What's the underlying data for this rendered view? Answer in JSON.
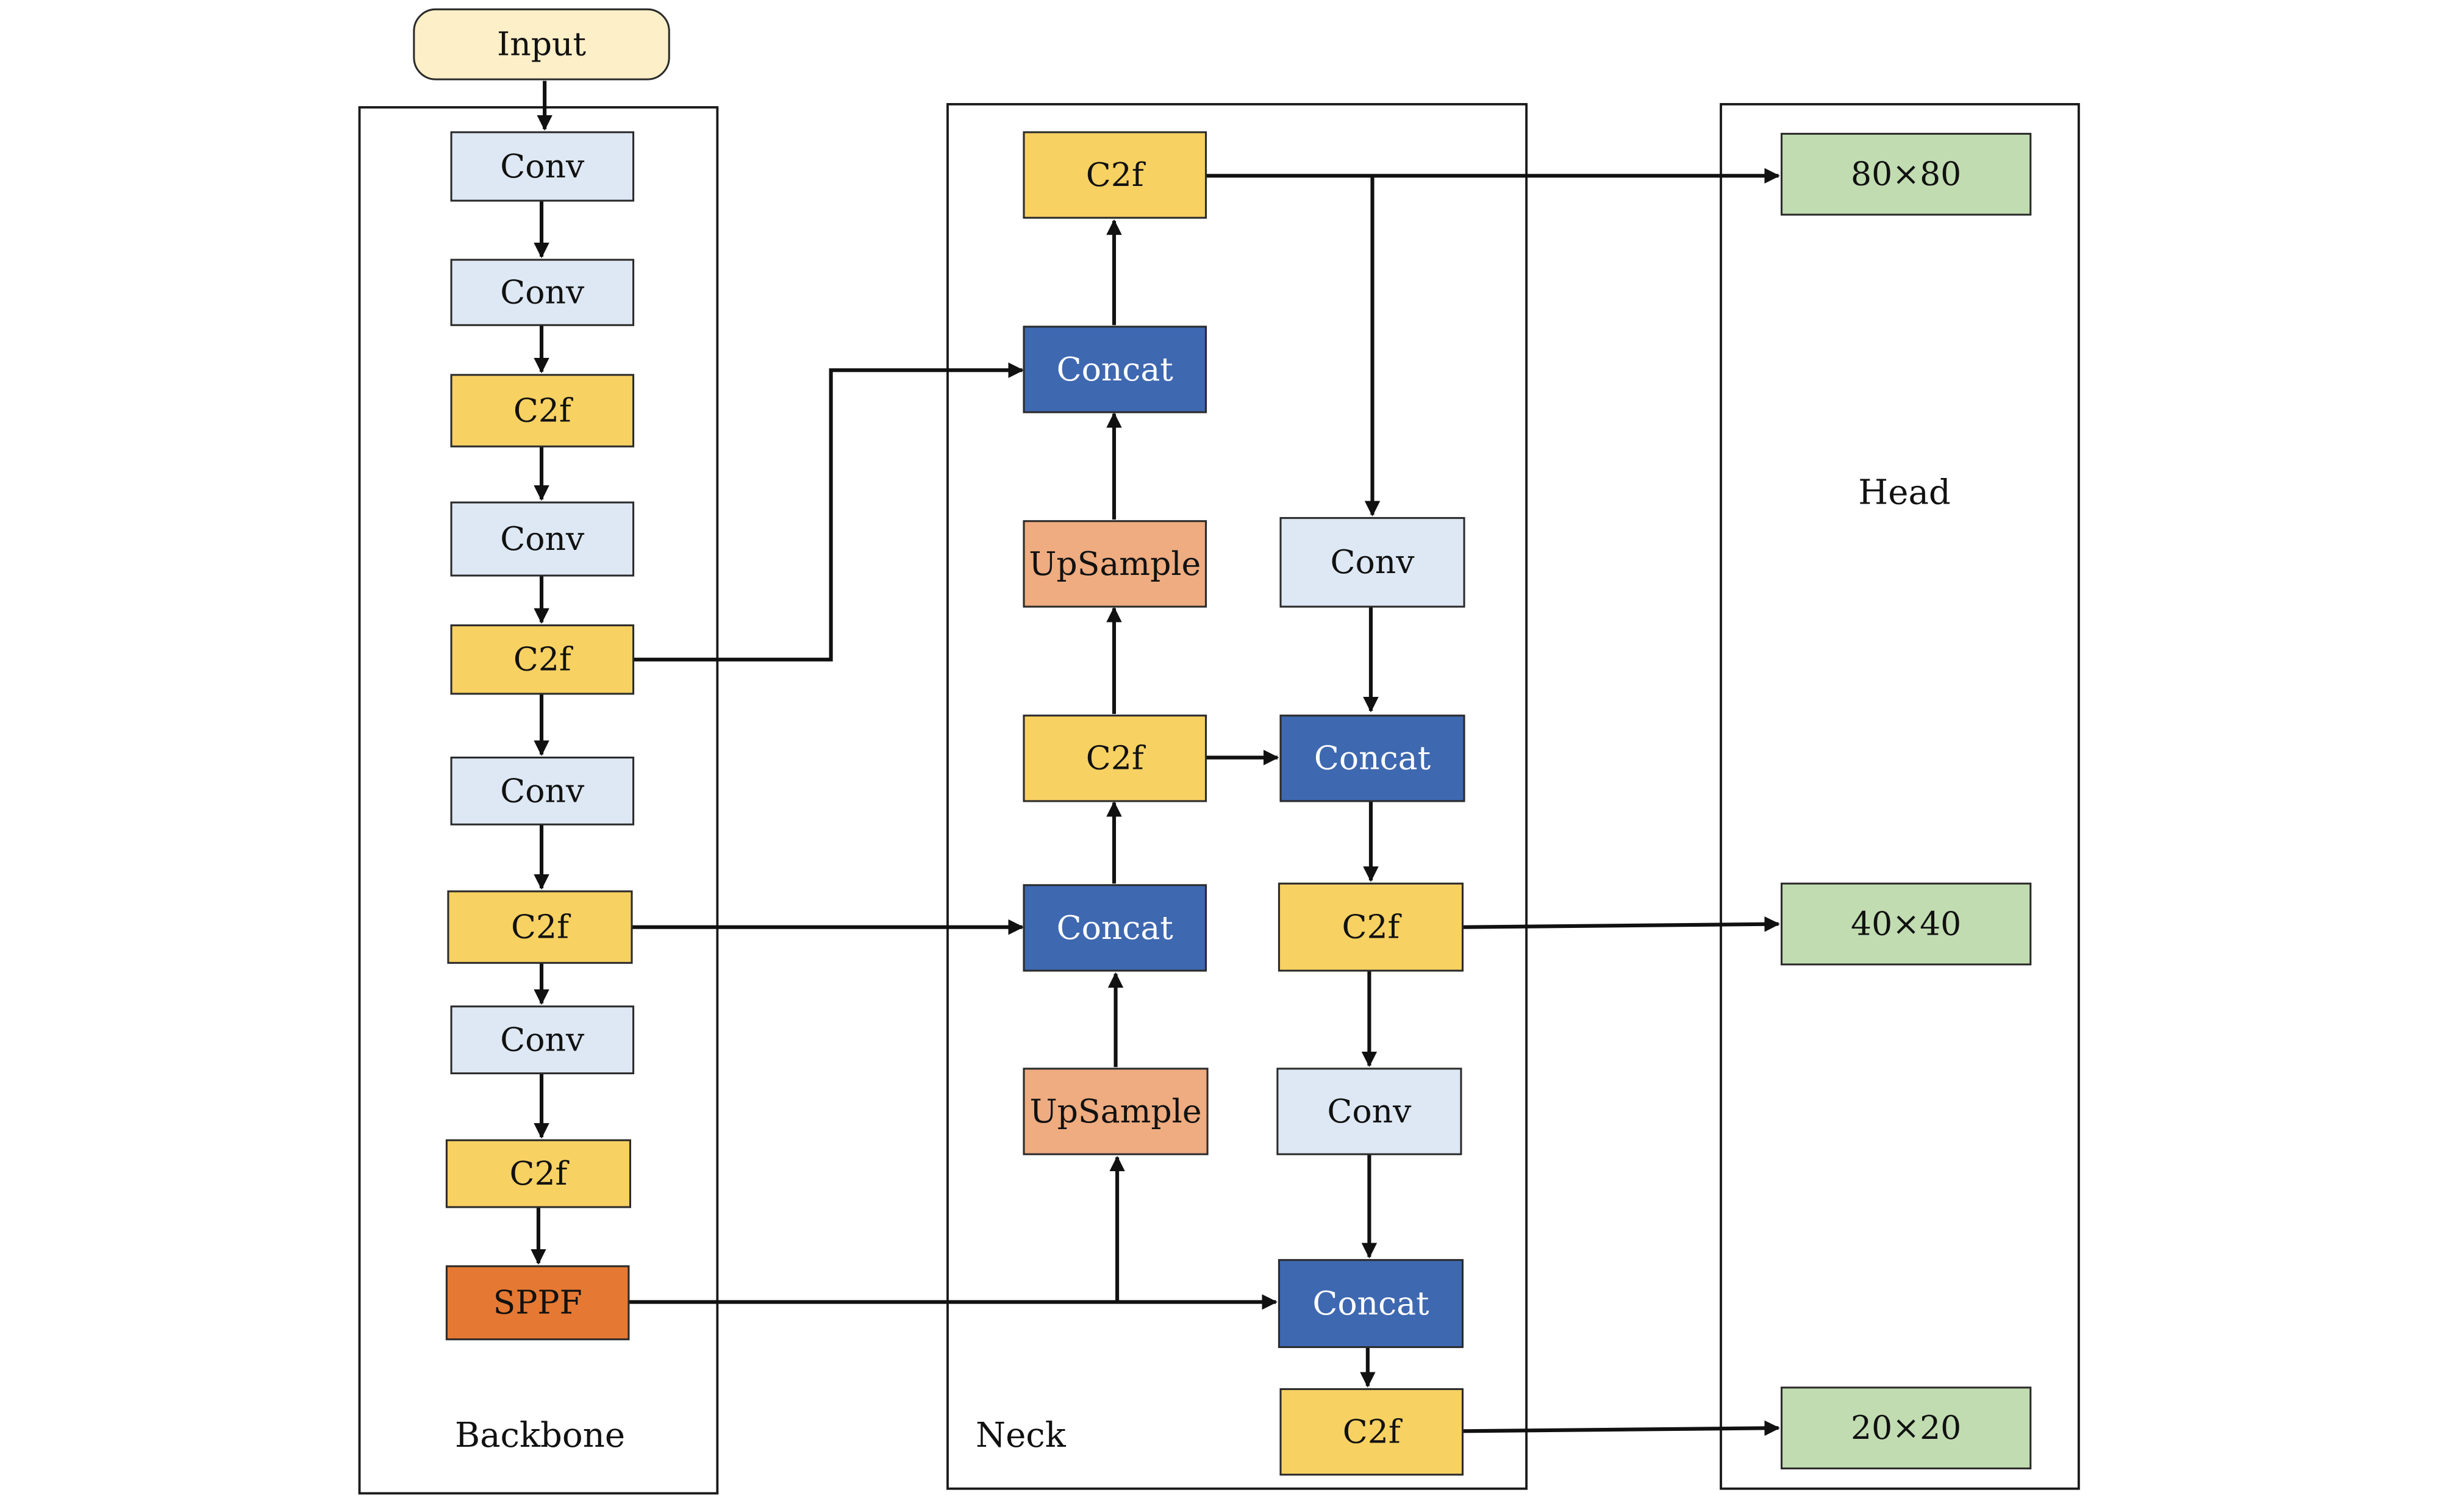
{
  "panels": {
    "backbone": "Backbone",
    "neck": "Neck",
    "head": "Head"
  },
  "colors": {
    "input": "#fdefc8",
    "conv": "#dde8f4",
    "c2f": "#f7d162",
    "concat": "#3e68b0",
    "upsample": "#eeac80",
    "sppf": "#e57933",
    "output": "#c1dcb1"
  },
  "blocks": {
    "input": "Input",
    "bb_conv1": "Conv",
    "bb_conv2": "Conv",
    "bb_c2f1": "C2f",
    "bb_conv3": "Conv",
    "bb_c2f2": "C2f",
    "bb_conv4": "Conv",
    "bb_c2f3": "C2f",
    "bb_conv5": "Conv",
    "bb_c2f4": "C2f",
    "bb_sppf": "SPPF",
    "nk_c2f_top": "C2f",
    "nk_concat1": "Concat",
    "nk_upsample1": "UpSample",
    "nk_c2f_mid": "C2f",
    "nk_concat2": "Concat",
    "nk_upsample2": "UpSample",
    "nk_conv1": "Conv",
    "nk_concat3": "Concat",
    "nk_c2f_r1": "C2f",
    "nk_conv2": "Conv",
    "nk_concat4": "Concat",
    "nk_c2f_r2": "C2f",
    "out_80": "80×80",
    "out_40": "40×40",
    "out_20": "20×20"
  }
}
